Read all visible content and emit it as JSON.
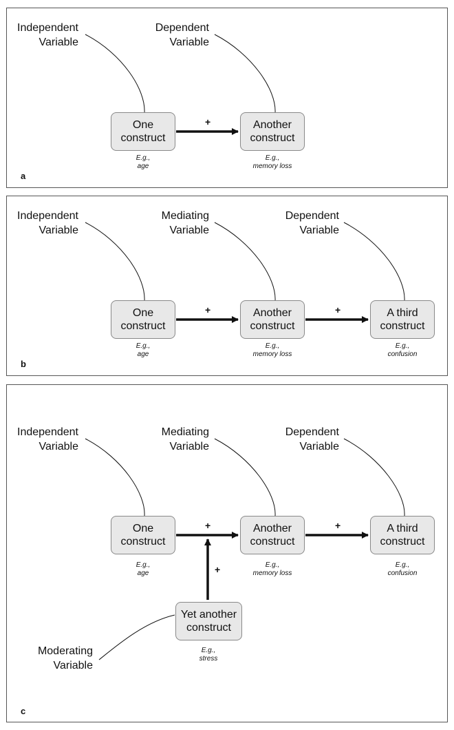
{
  "panels": [
    {
      "letter": "a",
      "labels": {
        "independent": "Independent\nVariable",
        "dependent": "Dependent\nVariable"
      },
      "boxes": [
        {
          "text": "One\nconstruct",
          "example": "E.g.,\nage"
        },
        {
          "text": "Another\nconstruct",
          "example": "E.g.,\nmemory loss"
        }
      ],
      "signs": [
        "+"
      ]
    },
    {
      "letter": "b",
      "labels": {
        "independent": "Independent\nVariable",
        "mediating": "Mediating\nVariable",
        "dependent": "Dependent\nVariable"
      },
      "boxes": [
        {
          "text": "One\nconstruct",
          "example": "E.g.,\nage"
        },
        {
          "text": "Another\nconstruct",
          "example": "E.g.,\nmemory loss"
        },
        {
          "text": "A third\nconstruct",
          "example": "E.g.,\nconfusion"
        }
      ],
      "signs": [
        "+",
        "+"
      ]
    },
    {
      "letter": "c",
      "labels": {
        "independent": "Independent\nVariable",
        "mediating": "Mediating\nVariable",
        "dependent": "Dependent\nVariable",
        "moderating": "Moderating\nVariable"
      },
      "boxes": [
        {
          "text": "One\nconstruct",
          "example": "E.g.,\nage"
        },
        {
          "text": "Another\nconstruct",
          "example": "E.g.,\nmemory loss"
        },
        {
          "text": "A third\nconstruct",
          "example": "E.g.,\nconfusion"
        },
        {
          "text": "Yet another\nconstruct",
          "example": "E.g.,\nstress"
        }
      ],
      "signs": [
        "+",
        "+",
        "+"
      ]
    }
  ]
}
